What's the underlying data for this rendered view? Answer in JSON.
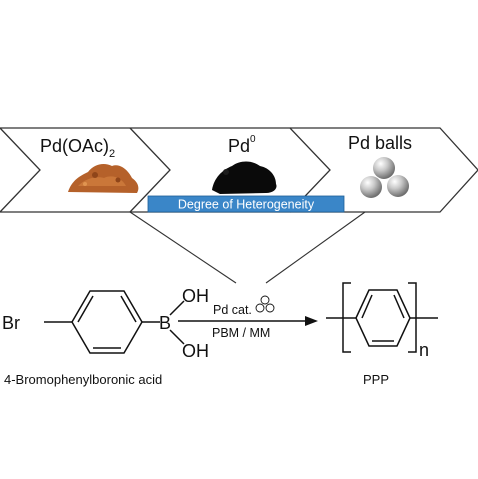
{
  "stages": [
    {
      "label": "Pd(OAc)",
      "subscript": "2",
      "material": "orange-brown-powder"
    },
    {
      "label": "Pd",
      "superscript": "0",
      "material": "black-powder"
    },
    {
      "label": "Pd balls",
      "material": "grey-spheres"
    }
  ],
  "heterogeneity_bar": {
    "label": "Degree of Heterogeneity",
    "color": "#3a86c8"
  },
  "reaction": {
    "reactant": {
      "halogen": "Br",
      "boron": "B",
      "oh_top": "OH",
      "oh_bottom": "OH",
      "name": "4-Bromophenylboronic acid"
    },
    "conditions_top": "Pd cat.",
    "conditions_bottom": "PBM / MM",
    "product": {
      "repeat_index": "n",
      "name": "PPP"
    }
  },
  "colors": {
    "powder_orange": "#b5612a",
    "powder_black": "#0a0a0a",
    "sphere_grey": "#b8b8b8"
  }
}
